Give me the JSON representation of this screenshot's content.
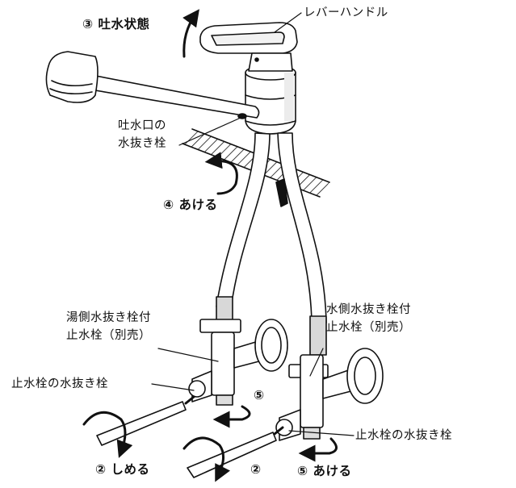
{
  "labels": {
    "step3_open_spout": "③ 吐水状態",
    "lever_handle": "レバーハンドル",
    "spout_drain_line1": "吐水口の",
    "spout_drain_line2": "水抜き栓",
    "step4_open": "④ あける",
    "hot_valve_line1": "湯側水抜き栓付",
    "hot_valve_line2": "止水栓（別売）",
    "cold_valve_line1": "水側水抜き栓付",
    "cold_valve_line2": "止水栓（別売）",
    "stopcock_drain_left": "止水栓の水抜き栓",
    "stopcock_drain_right": "止水栓の水抜き栓",
    "step5_marker": "⑤",
    "step2_close": "② しめる",
    "step2_marker": "②",
    "step5_open": "⑤ あける"
  },
  "colors": {
    "line": "#111111",
    "fill": "#ffffff",
    "shade": "#e6e6e6"
  }
}
